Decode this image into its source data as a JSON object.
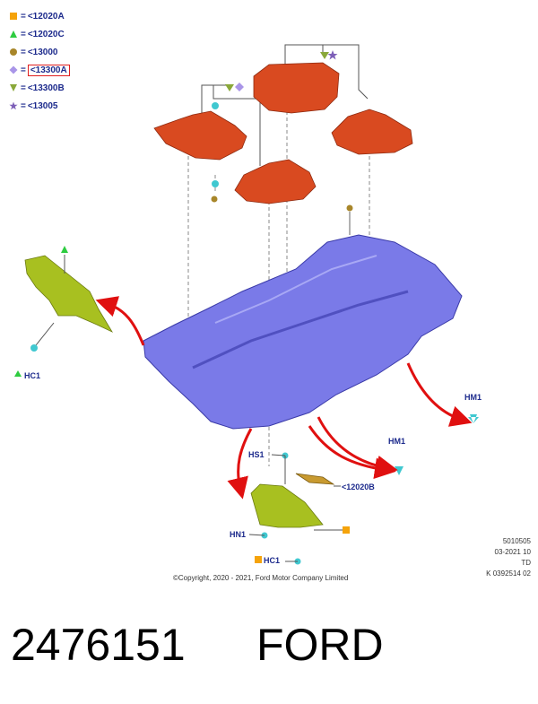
{
  "legend": [
    {
      "symbol": "square",
      "color": "#f5a30a",
      "text": "<12020A",
      "highlight": false
    },
    {
      "symbol": "triangle-up",
      "color": "#2ecc40",
      "text": "<12020C",
      "highlight": false
    },
    {
      "symbol": "circle",
      "color": "#a8862a",
      "text": "<13000",
      "highlight": false
    },
    {
      "symbol": "diamond",
      "color": "#a995e8",
      "text": "<13300A",
      "highlight": true
    },
    {
      "symbol": "triangle-down",
      "color": "#8aa83a",
      "text": "<13300B",
      "highlight": false
    },
    {
      "symbol": "star",
      "color": "#7d5fb8",
      "text": "<13005",
      "highlight": false
    }
  ],
  "labels": {
    "hc1_left": "HC1",
    "hm1_right": "HM1",
    "hm1_mid": "HM1",
    "hs1": "HS1",
    "ref_12020b": "<12020B",
    "hn1": "HN1",
    "hc1_bottom": "HC1"
  },
  "ref_block": [
    "5010505",
    "03-2021 10",
    "TD",
    "K 0392514 02"
  ],
  "copyright": "©Copyright, 2020 - 2021, Ford Motor Company Limited",
  "part_number": "2476151",
  "brand": "FORD",
  "colors": {
    "mat": "#d94a20",
    "carpet": "#7a7ae8",
    "bracket": "#a8c020",
    "arrow": "#e01010",
    "label": "#1c2a8c"
  }
}
